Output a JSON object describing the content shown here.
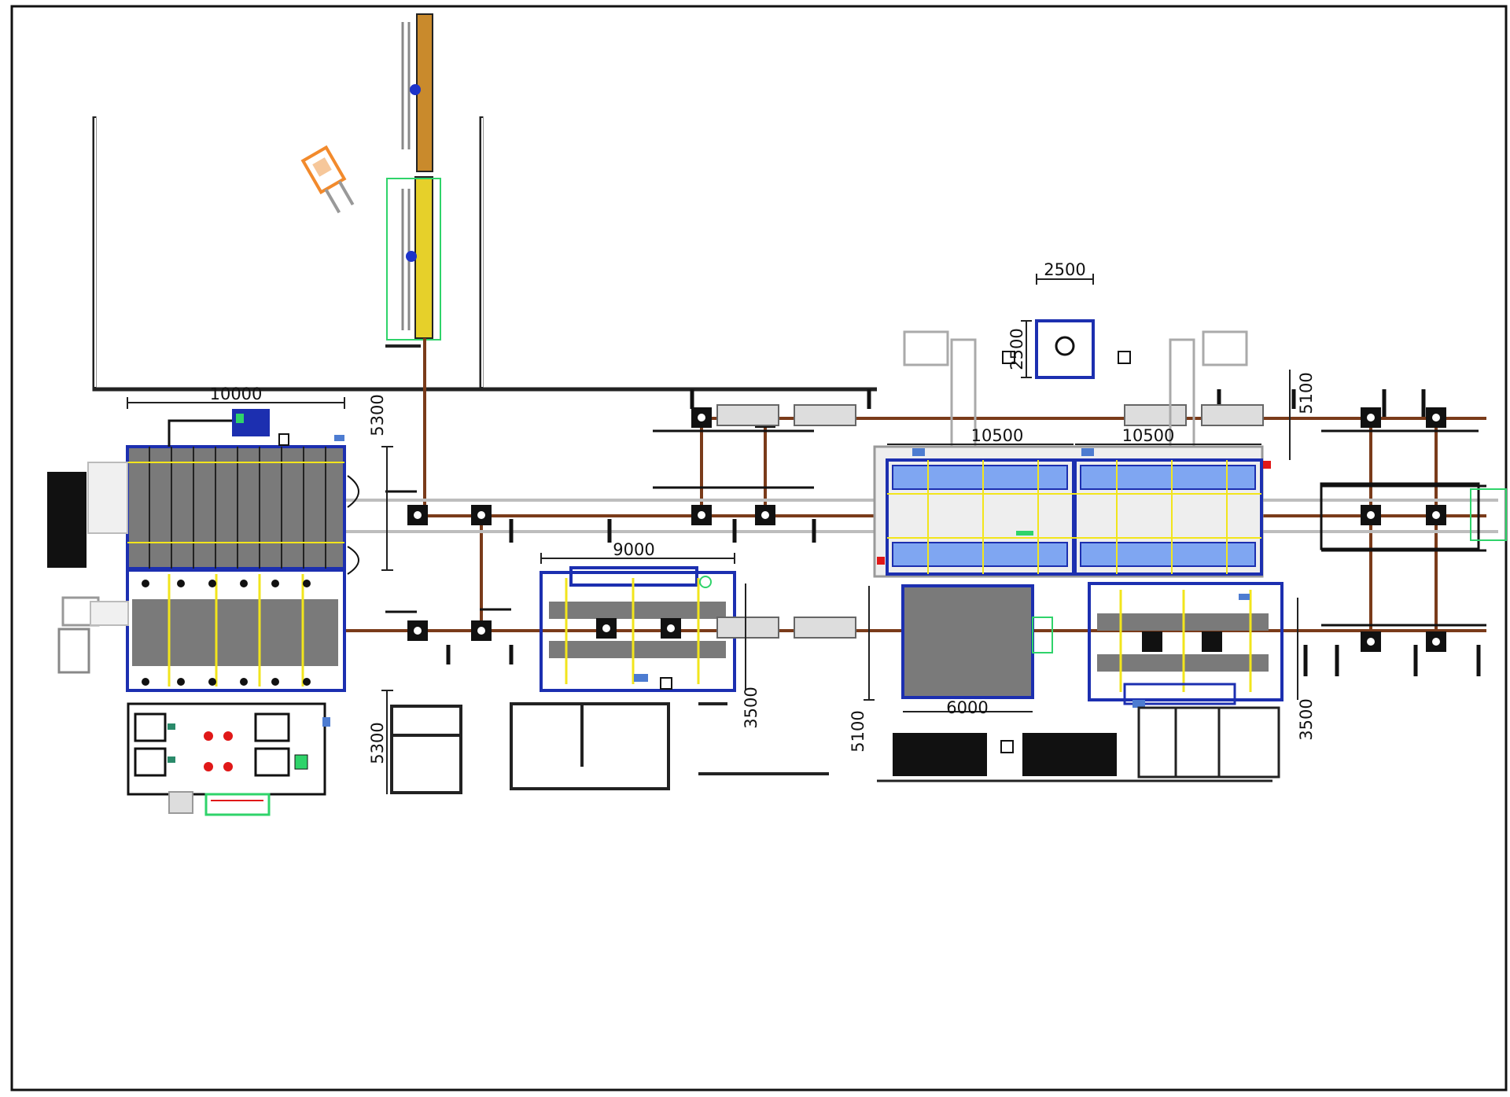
{
  "drawing": {
    "dimensions": {
      "booth_left_width": "10000",
      "booth_left_height_top": "5300",
      "booth_left_height_bottom": "5300",
      "cabinet_width": "2500",
      "cabinet_height": "2500",
      "oven_left_width": "10500",
      "oven_right_width": "10500",
      "oven_height": "5100",
      "station_center_width": "9000",
      "station_center_height": "3500",
      "cooling_width": "6000",
      "cooling_height": "5100",
      "station_right_height": "3500"
    }
  },
  "colors": {
    "conveyor": "#7a3b1a",
    "frame_blue": "#1c2fb0",
    "panel_gray": "#7a7a7a",
    "panel_blue": "#7fa6f2",
    "highlight_yellow": "#f2e51c",
    "marker_green": "#2fd36a",
    "forklift_orange": "#f28a2c",
    "red_marker": "#e01818"
  }
}
